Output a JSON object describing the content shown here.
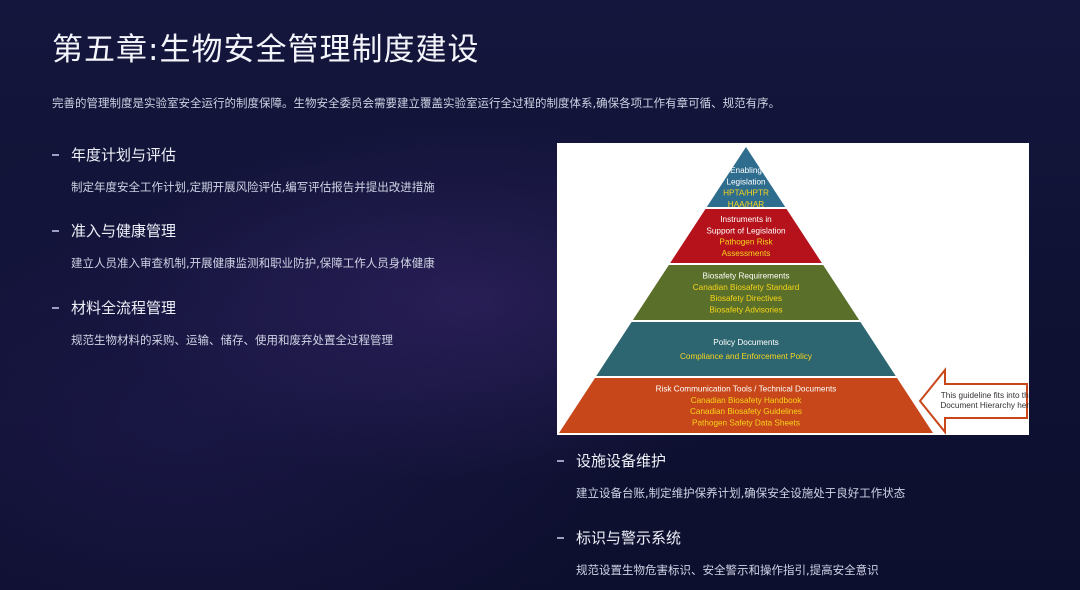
{
  "slide": {
    "title": "第五章:生物安全管理制度建设",
    "intro": "完善的管理制度是实验室安全运行的制度保障。生物安全委员会需要建立覆盖实验室运行全过程的制度体系,确保各项工作有章可循、规范有序。"
  },
  "items": [
    {
      "heading": "年度计划与评估",
      "body": "制定年度安全工作计划,定期开展风险评估,编写评估报告并提出改进措施"
    },
    {
      "heading": "准入与健康管理",
      "body": "建立人员准入审查机制,开展健康监测和职业防护,保障工作人员身体健康"
    },
    {
      "heading": "材料全流程管理",
      "body": "规范生物材料的采购、运输、储存、使用和废弃处置全过程管理"
    },
    {
      "heading": "设施设备维护",
      "body": "建立设备台账,制定维护保养计划,确保安全设施处于良好工作状态"
    },
    {
      "heading": "标识与警示系统",
      "body": "规范设置生物危害标识、安全警示和操作指引,提高安全意识"
    }
  ],
  "pyramid": {
    "tiers": [
      {
        "color": "#2f6d8f",
        "lines": [
          {
            "text": "Enabling",
            "color": "#ffffff"
          },
          {
            "text": "Legislation",
            "color": "#ffffff"
          },
          {
            "text": "HPTA/HPTR",
            "color": "#f7d51a"
          },
          {
            "text": "HAA/HAR",
            "color": "#f7d51a"
          }
        ]
      },
      {
        "color": "#b5121b",
        "lines": [
          {
            "text": "Instruments in",
            "color": "#ffffff"
          },
          {
            "text": "Support of Legislation",
            "color": "#ffffff"
          },
          {
            "text": "Pathogen Risk",
            "color": "#f7d51a"
          },
          {
            "text": "Assessments",
            "color": "#f7d51a"
          }
        ]
      },
      {
        "color": "#5a6f2a",
        "lines": [
          {
            "text": "Biosafety Requirements",
            "color": "#ffffff"
          },
          {
            "text": "Canadian Biosafety Standard",
            "color": "#f7d51a"
          },
          {
            "text": "Biosafety Directives",
            "color": "#f7d51a"
          },
          {
            "text": "Biosafety Advisories",
            "color": "#f7d51a"
          }
        ]
      },
      {
        "color": "#2d6670",
        "lines": [
          {
            "text": "Policy Documents",
            "color": "#ffffff"
          },
          {
            "text": "Compliance and Enforcement Policy",
            "color": "#f7d51a"
          }
        ]
      },
      {
        "color": "#c7471a",
        "lines": [
          {
            "text": "Risk Communication Tools / Technical Documents",
            "color": "#ffffff"
          },
          {
            "text": "Canadian Biosafety Handbook",
            "color": "#f7d51a"
          },
          {
            "text": "Canadian Biosafety Guidelines",
            "color": "#f7d51a"
          },
          {
            "text": "Pathogen Safety Data Sheets",
            "color": "#f7d51a"
          }
        ]
      }
    ],
    "callout": [
      "This guideline fits into the",
      "Document Hierarchy here"
    ],
    "callout_color": "#c7471a"
  }
}
